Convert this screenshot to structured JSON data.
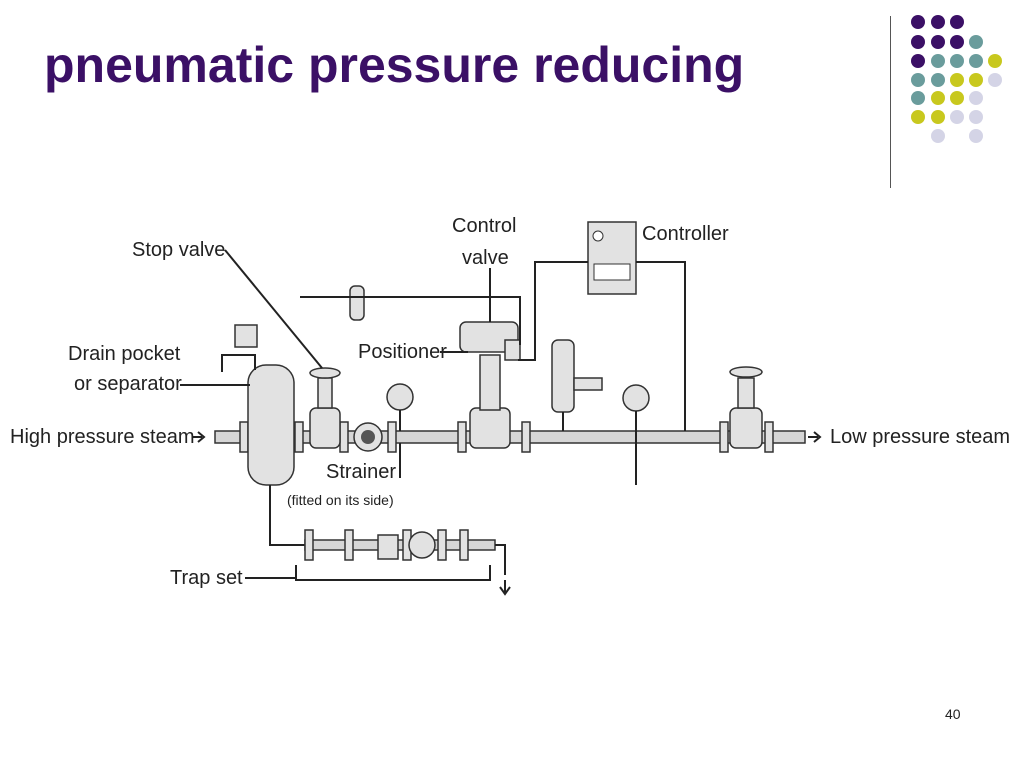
{
  "slide": {
    "title": "pneumatic pressure reducing",
    "page_number": "40",
    "colors": {
      "title": "#3b1066",
      "dot_purple": "#3b1066",
      "dot_teal": "#6a9c9c",
      "dot_yellow": "#c8c81e",
      "dot_lavender": "#d4d4e6"
    }
  },
  "diagram": {
    "labels": {
      "stop_valve": "Stop valve",
      "control_valve_1": "Control",
      "control_valve_2": "valve",
      "controller": "Controller",
      "drain_pocket_1": "Drain pocket",
      "drain_pocket_2": "or separator",
      "positioner": "Positioner",
      "high_pressure": "High pressure steam",
      "low_pressure": "Low pressure steam",
      "strainer": "Strainer",
      "strainer_note": "(fitted on its side)",
      "trap_set": "Trap set"
    }
  }
}
